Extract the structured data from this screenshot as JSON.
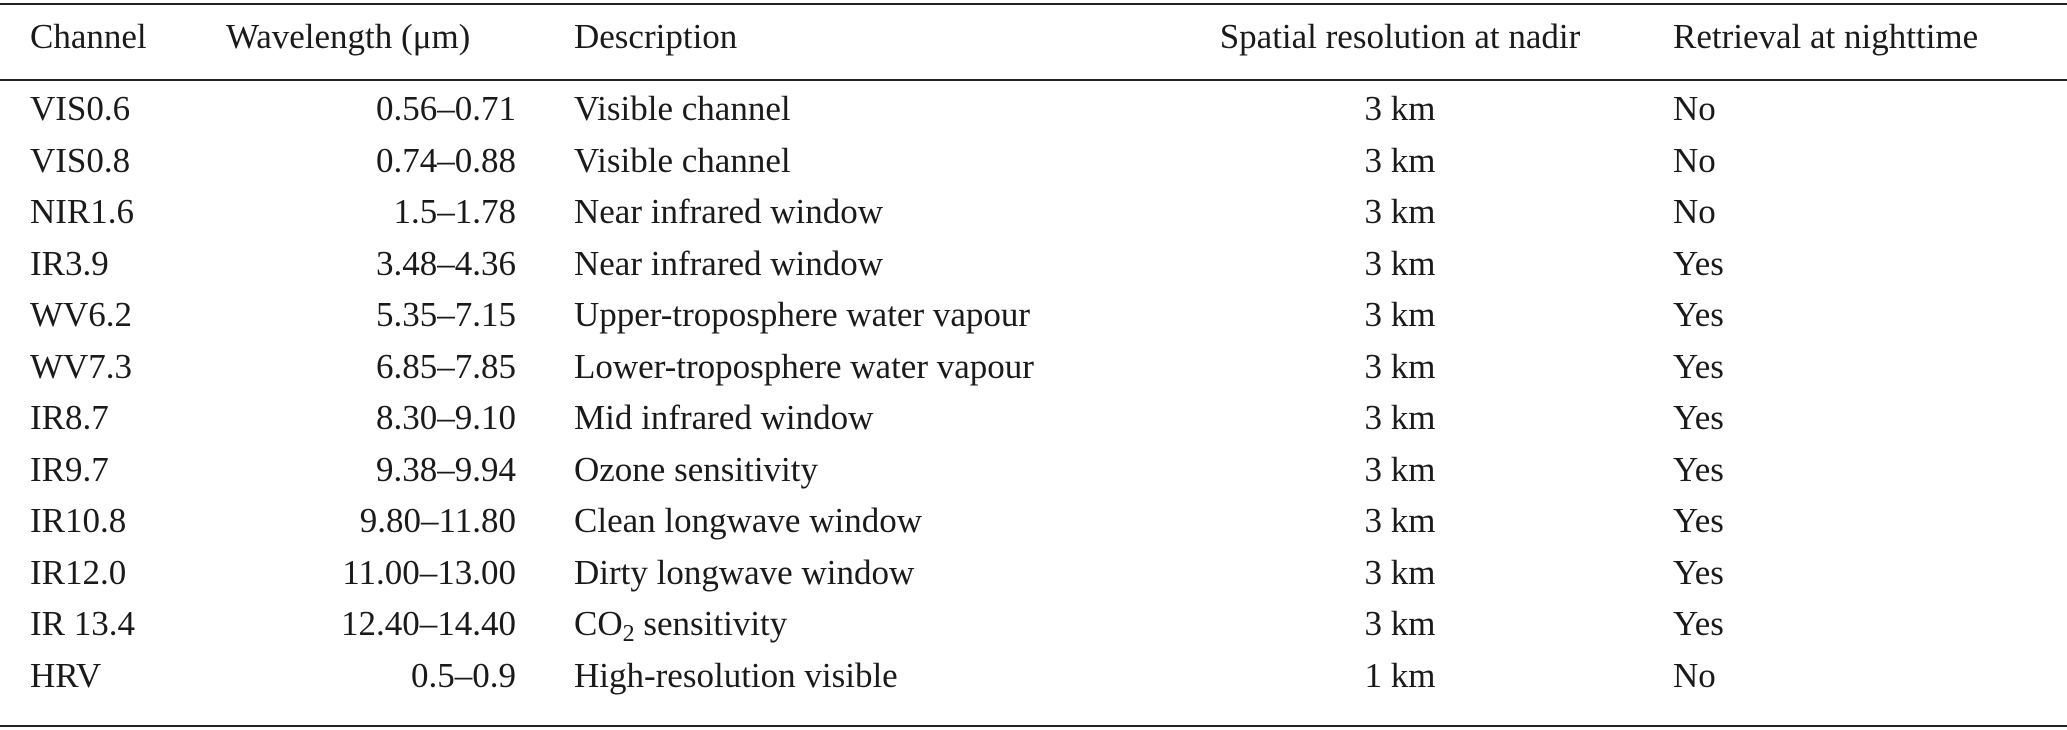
{
  "table": {
    "headers": {
      "channel": "Channel",
      "wavelength": "Wavelength (μm)",
      "description": "Description",
      "resolution": "Spatial resolution at nadir",
      "nighttime": "Retrieval at nighttime"
    },
    "rows": [
      {
        "channel": "VIS0.6",
        "wavelength": "0.56–0.71",
        "description": "Visible channel",
        "resolution": "3 km",
        "nighttime": "No"
      },
      {
        "channel": "VIS0.8",
        "wavelength": "0.74–0.88",
        "description": "Visible channel",
        "resolution": "3 km",
        "nighttime": "No"
      },
      {
        "channel": "NIR1.6",
        "wavelength": "1.5–1.78",
        "description": "Near infrared window",
        "resolution": "3 km",
        "nighttime": "No"
      },
      {
        "channel": "IR3.9",
        "wavelength": "3.48–4.36",
        "description": "Near infrared window",
        "resolution": "3 km",
        "nighttime": "Yes"
      },
      {
        "channel": "WV6.2",
        "wavelength": "5.35–7.15",
        "description": "Upper-troposphere water vapour",
        "resolution": "3 km",
        "nighttime": "Yes"
      },
      {
        "channel": "WV7.3",
        "wavelength": "6.85–7.85",
        "description": "Lower-troposphere water vapour",
        "resolution": "3 km",
        "nighttime": "Yes"
      },
      {
        "channel": "IR8.7",
        "wavelength": "8.30–9.10",
        "description": "Mid infrared window",
        "resolution": "3 km",
        "nighttime": "Yes"
      },
      {
        "channel": "IR9.7",
        "wavelength": "9.38–9.94",
        "description": "Ozone sensitivity",
        "resolution": "3 km",
        "nighttime": "Yes"
      },
      {
        "channel": "IR10.8",
        "wavelength": "9.80–11.80",
        "description": "Clean longwave window",
        "resolution": "3 km",
        "nighttime": "Yes"
      },
      {
        "channel": "IR12.0",
        "wavelength": "11.00–13.00",
        "description": "Dirty longwave window",
        "resolution": "3 km",
        "nighttime": "Yes"
      },
      {
        "channel": "IR 13.4",
        "wavelength": "12.40–14.40",
        "description_prefix": "CO",
        "description_sub": "2",
        "description_suffix": " sensitivity",
        "resolution": "3 km",
        "nighttime": "Yes"
      },
      {
        "channel": "HRV",
        "wavelength": "0.5–0.9",
        "description": "High-resolution visible",
        "resolution": "1 km",
        "nighttime": "No"
      }
    ]
  }
}
